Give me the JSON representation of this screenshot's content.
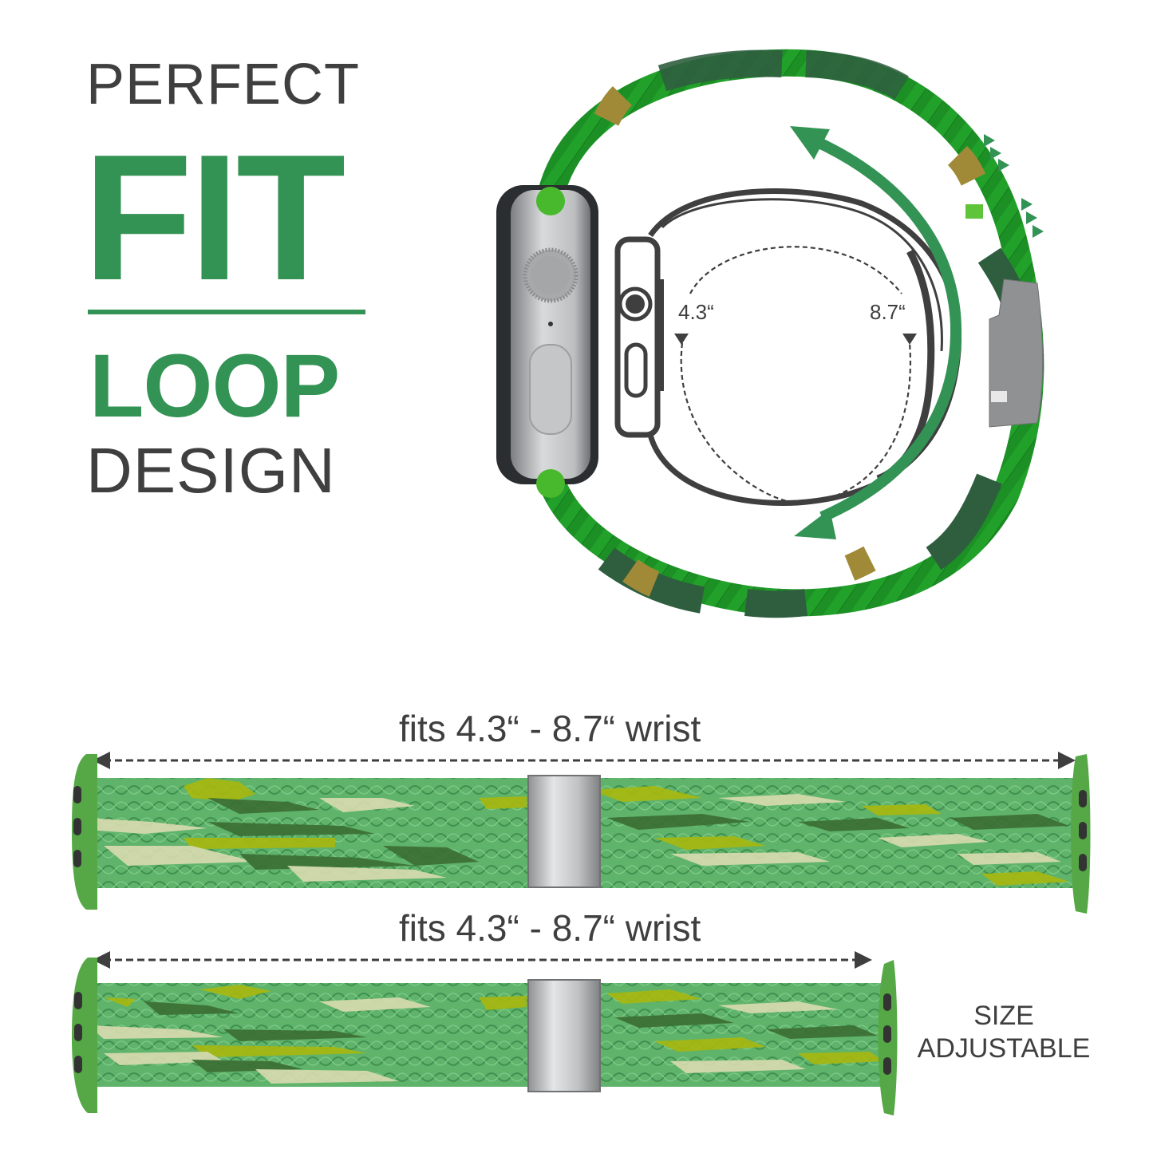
{
  "headline": {
    "line1": "PERFECT",
    "line2": "FIT",
    "line3": "LOOP",
    "line4": "DESIGN"
  },
  "diagram": {
    "min_label": "4.3“",
    "max_label": "8.7“"
  },
  "bands": [
    {
      "caption": "fits 4.3“ - 8.7“ wrist",
      "state": "expanded"
    },
    {
      "caption": "fits 4.3“ - 8.7“ wrist",
      "state": "shortened"
    }
  ],
  "side_note": {
    "line1": "SIZE",
    "line2": "ADJUSTABLE"
  },
  "colors": {
    "accent_green": "#339354",
    "text_dark": "#3f3f3f",
    "rope_bright": "#22a12a",
    "rope_dark": "#2f5e3f",
    "rope_tan": "#a08a38",
    "braid_base": "#5fb36b",
    "braid_dark": "#3c6e34",
    "braid_yellow": "#a8b80e",
    "braid_cream": "#d9dcb0",
    "connector_green": "#55a845",
    "steel": "#b9bbbd"
  }
}
